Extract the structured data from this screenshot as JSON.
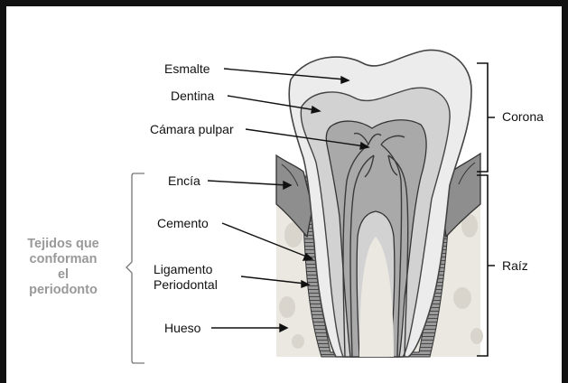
{
  "labels": {
    "esmalte": "Esmalte",
    "dentina": "Dentina",
    "camara": "Cámara pulpar",
    "encia": "Encía",
    "cemento": "Cemento",
    "ligamento_1": "Ligamento",
    "ligamento_2": "Periodontal",
    "hueso": "Hueso"
  },
  "sections": {
    "corona": "Corona",
    "raiz": "Raíz"
  },
  "group": {
    "line1": "Tejidos que",
    "line2": "conforman",
    "line3": "el",
    "line4": "periodonto"
  },
  "colors": {
    "enamel": "#e8e8e8",
    "dentin": "#d2d2d2",
    "pulp": "#a9a9a9",
    "bone": "#ebe8e2",
    "gum": "#8e8e8e",
    "group_text": "#999999"
  }
}
